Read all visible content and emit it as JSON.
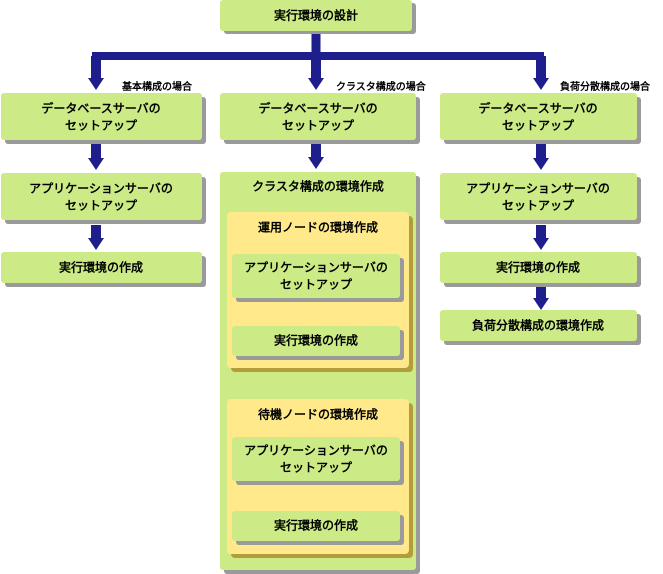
{
  "colors": {
    "box_fill": "#cceb86",
    "panel_fill": "#cceb86",
    "subpanel_fill": "#ffe98a",
    "arrow": "#1e1e8c",
    "shadow": "#9a9a9a",
    "sub_shadow": "#b39c3c"
  },
  "top": {
    "title": "実行環境の設計"
  },
  "branch_labels": {
    "basic": "基本構成の場合",
    "cluster": "クラスタ構成の場合",
    "loadbalance": "負荷分散構成の場合"
  },
  "basic": {
    "db_setup": [
      "データベースサーバの",
      "セットアップ"
    ],
    "app_setup": [
      "アプリケーションサーバの",
      "セットアップ"
    ],
    "create_env": "実行環境の作成"
  },
  "cluster": {
    "db_setup": [
      "データベースサーバの",
      "セットアップ"
    ],
    "panel_title": "クラスタ構成の環境作成",
    "active_node": {
      "title": "運用ノードの環境作成",
      "app_setup": [
        "アプリケーションサーバの",
        "セットアップ"
      ],
      "create_env": "実行環境の作成"
    },
    "standby_node": {
      "title": "待機ノードの環境作成",
      "app_setup": [
        "アプリケーションサーバの",
        "セットアップ"
      ],
      "create_env": "実行環境の作成"
    }
  },
  "loadbalance": {
    "db_setup": [
      "データベースサーバの",
      "セットアップ"
    ],
    "app_setup": [
      "アプリケーションサーバの",
      "セットアップ"
    ],
    "create_env": "実行環境の作成",
    "lb_env": "負荷分散構成の環境作成"
  }
}
